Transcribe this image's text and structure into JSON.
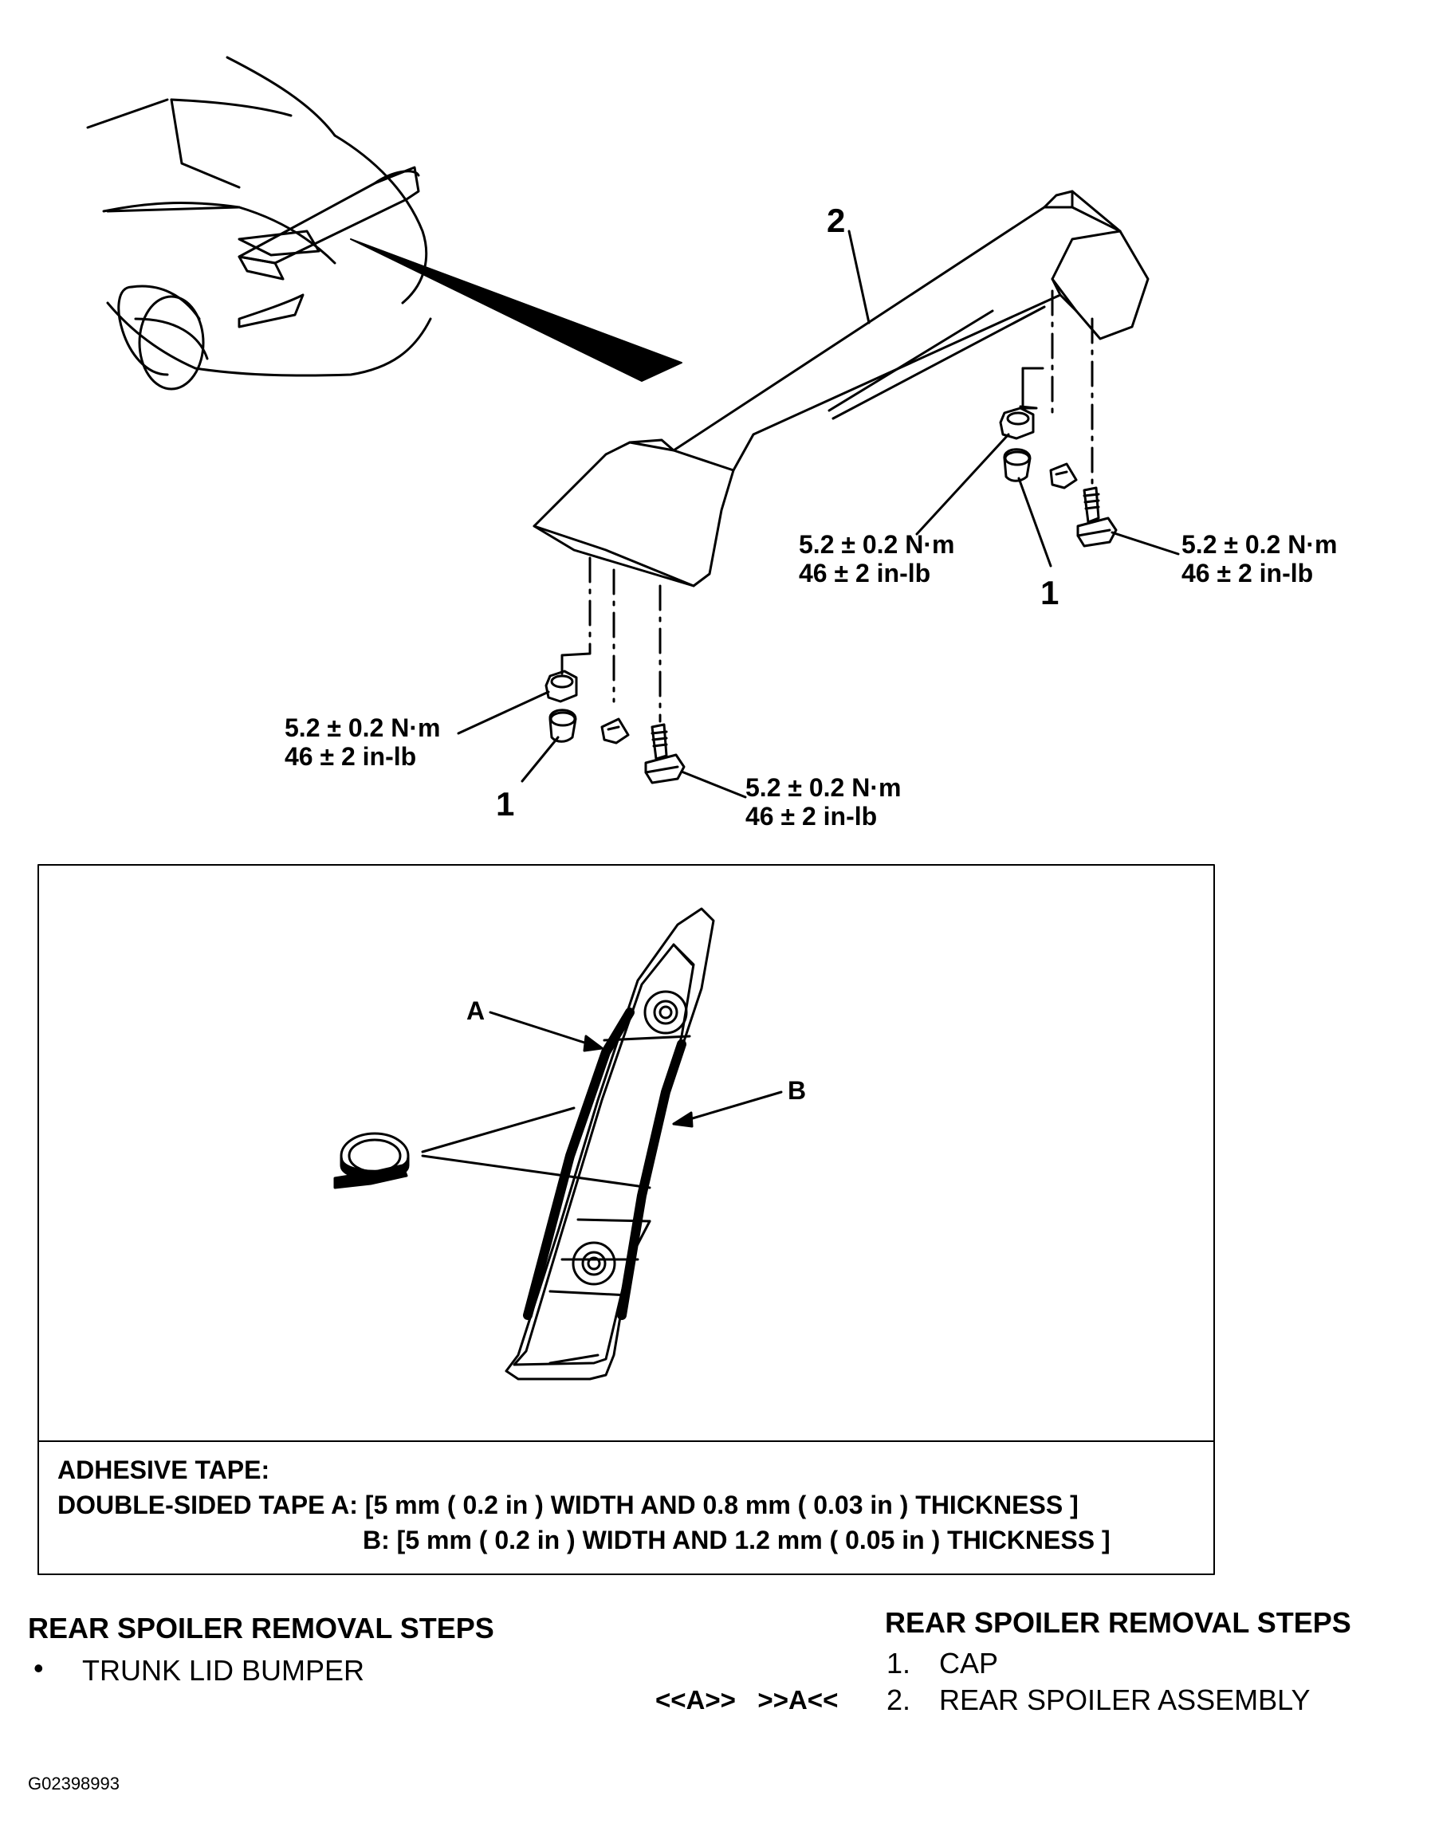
{
  "callouts": {
    "assembly_number": "2",
    "cap_number_left": "1",
    "cap_number_right": "1",
    "tape_a": "A",
    "tape_b": "B"
  },
  "torques": [
    {
      "nm": "5.2 ± 0.2 N·m",
      "inlb": "46 ± 2 in-lb"
    },
    {
      "nm": "5.2 ± 0.2 N·m",
      "inlb": "46 ± 2 in-lb"
    },
    {
      "nm": "5.2 ± 0.2 N·m",
      "inlb": "46 ± 2 in-lb"
    },
    {
      "nm": "5.2 ± 0.2 N·m",
      "inlb": "46 ± 2 in-lb"
    }
  ],
  "detail_box": {
    "title": "ADHESIVE TAPE:",
    "line_a": "DOUBLE-SIDED TAPE A: [5 mm ( 0.2 in ) WIDTH AND 0.8 mm ( 0.03 in ) THICKNESS ]",
    "line_b": "B: [5 mm ( 0.2 in ) WIDTH AND 1.2 mm ( 0.05 in ) THICKNESS ]"
  },
  "left_steps": {
    "heading": "REAR SPOILER REMOVAL STEPS",
    "bullet": "•",
    "items": [
      "TRUNK LID BUMPER"
    ]
  },
  "right_steps": {
    "heading": "REAR SPOILER REMOVAL STEPS",
    "items": [
      {
        "codes": "",
        "number": "1.",
        "label": "CAP"
      },
      {
        "codes": "<<A>>   >>A<<",
        "number": "2.",
        "label": "REAR SPOILER ASSEMBLY"
      }
    ]
  },
  "figure_id": "G02398993",
  "colors": {
    "ink": "#000000",
    "paper": "#ffffff"
  }
}
